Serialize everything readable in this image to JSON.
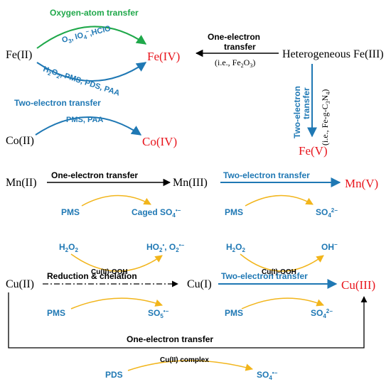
{
  "top": {
    "oxygen_transfer": "Oxygen-atom transfer",
    "fe2": "Fe(II)",
    "fe4": "Fe(IV)",
    "one_e_line1": "One-electron",
    "one_e_line2": "transfer",
    "fe3_het": "Heterogeneous Fe(III)",
    "two_e_v1": "Two-electron",
    "two_e_v2": "transfer",
    "fe5": "Fe(V)",
    "two_e_co": "Two-electron transfer",
    "co_oxidants": "PMS, PAA",
    "co2": "Co(II)",
    "co4": "Co(IV)"
  },
  "mn": {
    "mn2": "Mn(II)",
    "one_e": "One-electron transfer",
    "mn3": "Mn(III)",
    "two_e": "Two-electron transfer",
    "mn5": "Mn(V)",
    "pms": "PMS"
  },
  "cu": {
    "cu2_ooh": "Cu(II)-OOH",
    "cu1_ooh": "Cu(I)-OOH",
    "cu2": "Cu(II)",
    "reduction": "Reduction & chelation",
    "cu1": "Cu(I)",
    "two_e": "Two-electron transfer",
    "cu3": "Cu(III)",
    "pms": "PMS",
    "one_e": "One-electron transfer",
    "cu2_complex": "Cu(II) complex",
    "pds": "PDS"
  },
  "colors": {
    "oxidation_state_high": "#e8141c",
    "two_electron": "#1f78b4",
    "oxygen_atom": "#1fa84a",
    "reagent_arrow": "#f2b51b"
  }
}
